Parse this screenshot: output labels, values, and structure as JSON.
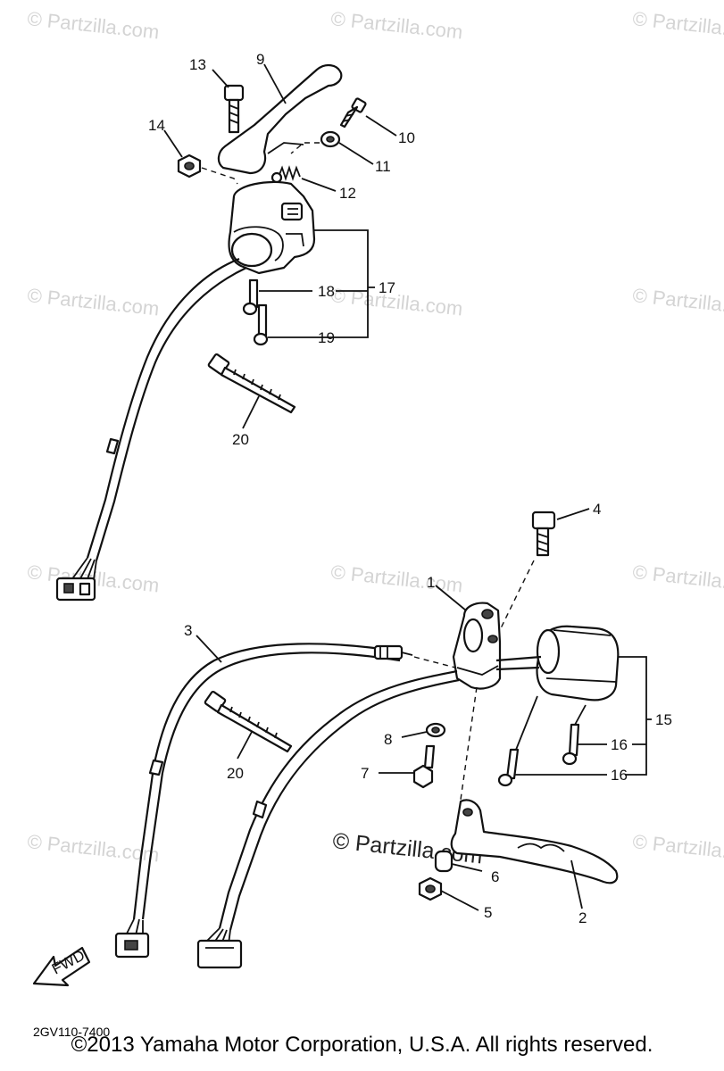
{
  "watermark": "© Partzilla.com",
  "watermark_center": "© Partzilla.com",
  "fwd_label": "FWD",
  "diagram_code": "2GV110-7400",
  "copyright": "©2013 Yamaha Motor Corporation, U.S.A. All rights reserved.",
  "callouts": {
    "c1": "1",
    "c2": "2",
    "c3": "3",
    "c4": "4",
    "c5": "5",
    "c6": "6",
    "c7": "7",
    "c8": "8",
    "c9": "9",
    "c10": "10",
    "c11": "11",
    "c12": "12",
    "c13": "13",
    "c14": "14",
    "c15": "15",
    "c16a": "16",
    "c16b": "16",
    "c17": "17",
    "c18": "18",
    "c19": "19",
    "c20a": "20",
    "c20b": "20"
  }
}
